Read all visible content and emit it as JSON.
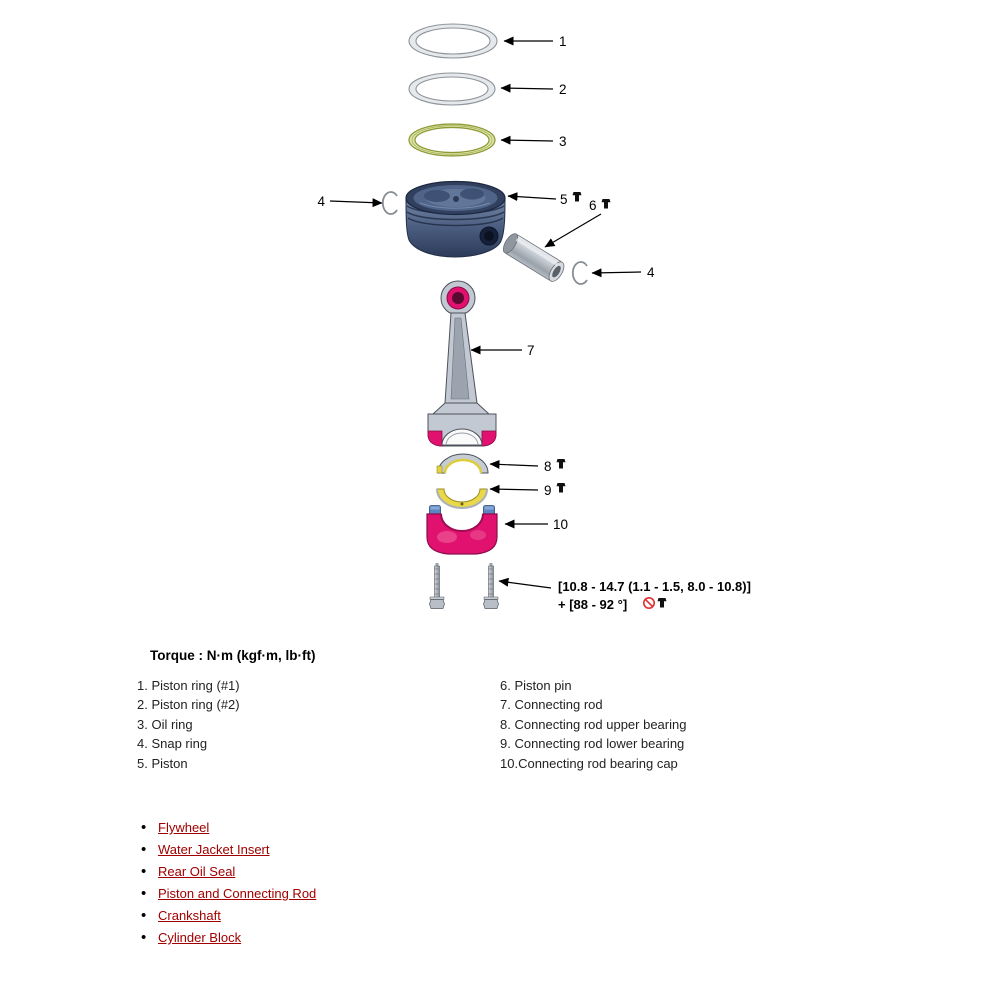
{
  "diagram": {
    "callouts": {
      "c1": "1",
      "c2": "2",
      "c3": "3",
      "c4_left": "4",
      "c5": "5",
      "c6": "6",
      "c4_right": "4",
      "c7": "7",
      "c8": "8",
      "c9": "9",
      "c10": "10"
    },
    "torque_spec": {
      "line1": "[10.8 - 14.7 (1.1 - 1.5, 8.0 - 10.8)]",
      "line2": "+ [88 - 92 °]"
    }
  },
  "torque_heading": "Torque : N·m (kgf·m, lb·ft)",
  "parts_list": {
    "column1": [
      "1. Piston ring (#1)",
      "2. Piston ring (#2)",
      "3. Oil ring",
      "4. Snap ring",
      "5. Piston"
    ],
    "column2": [
      "6. Piston pin",
      "7. Connecting rod",
      "8. Connecting rod upper bearing",
      "9. Connecting rod lower bearing",
      "10.Connecting rod bearing cap"
    ]
  },
  "links": [
    {
      "label": "Flywheel"
    },
    {
      "label": "Water Jacket Insert"
    },
    {
      "label": "Rear Oil Seal"
    },
    {
      "label": "Piston and Connecting Rod"
    },
    {
      "label": "Crankshaft"
    },
    {
      "label": "Cylinder Block"
    }
  ],
  "colors": {
    "link": "#a00000",
    "rod_accent": "#e0116f",
    "bearing_yellow": "#e8d84a",
    "piston_blue": "#46597c",
    "cap_bolt_blue": "#5b86c2",
    "prohibition_red": "#e03030"
  }
}
